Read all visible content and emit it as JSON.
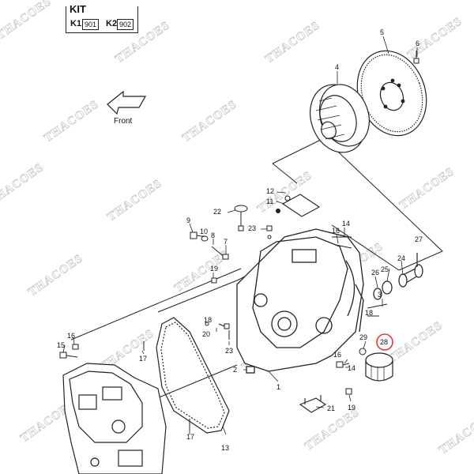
{
  "kit": {
    "title": "KIT",
    "k1_label": "K1",
    "k1_code": "901",
    "k2_label": "K2",
    "k2_code": "902"
  },
  "direction_label": "Front",
  "watermark": "THACOES",
  "callouts": {
    "p1": "1",
    "p2": "2",
    "p4": "4",
    "p5": "5",
    "p6": "6",
    "p7": "7",
    "p8": "8",
    "p10": "10",
    "p11": "11",
    "p12": "12",
    "p13": "13",
    "p14": "14",
    "p15": "15",
    "p16a": "16",
    "p16b": "16",
    "p16c": "16",
    "p17a": "17",
    "p17b": "17",
    "p19a": "19",
    "p19b": "19",
    "p20": "20",
    "p21": "21",
    "p22": "22",
    "p23a": "23",
    "p23b": "23",
    "p24": "24",
    "p25": "25",
    "p26": "26",
    "p27": "27",
    "p28": "28",
    "p29": "29"
  },
  "highlight_color": "#e53935"
}
